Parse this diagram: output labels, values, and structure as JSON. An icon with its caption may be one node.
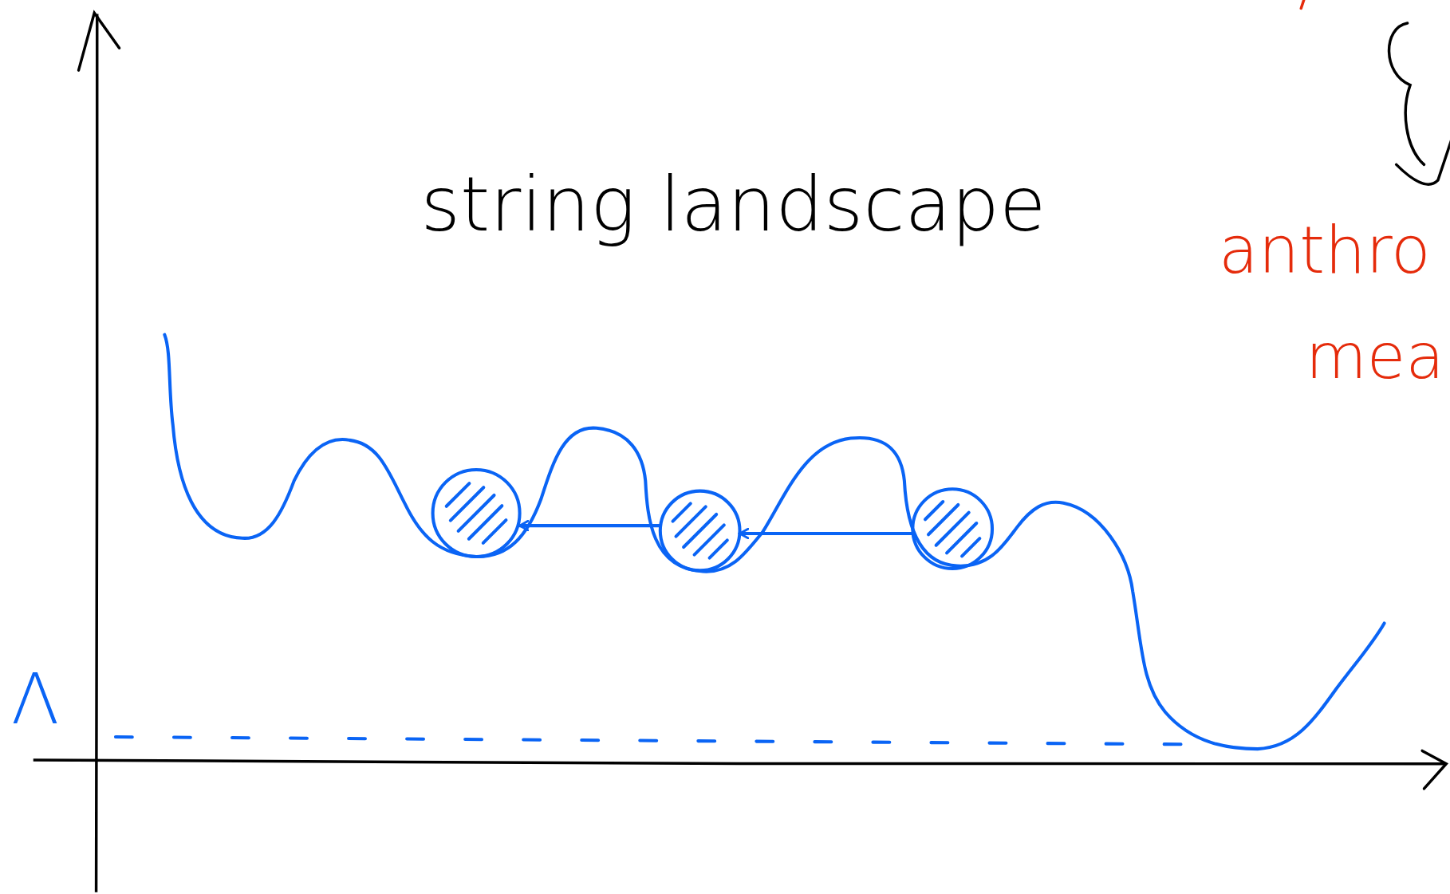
{
  "diagram": {
    "title": "string landscape",
    "nodes": [
      {
        "text": [],
        "shape": "circle"
      },
      {
        "text": [],
        "shape": "circle"
      },
      {
        "text": [],
        "shape": "circle"
      }
    ],
    "edges": [
      {
        "from": 2,
        "to": 1,
        "arrow": "to"
      },
      {
        "from": 1,
        "to": 0,
        "arrow": "to"
      }
    ],
    "labels": [
      "Λ",
      "anthro",
      "mea"
    ]
  }
}
